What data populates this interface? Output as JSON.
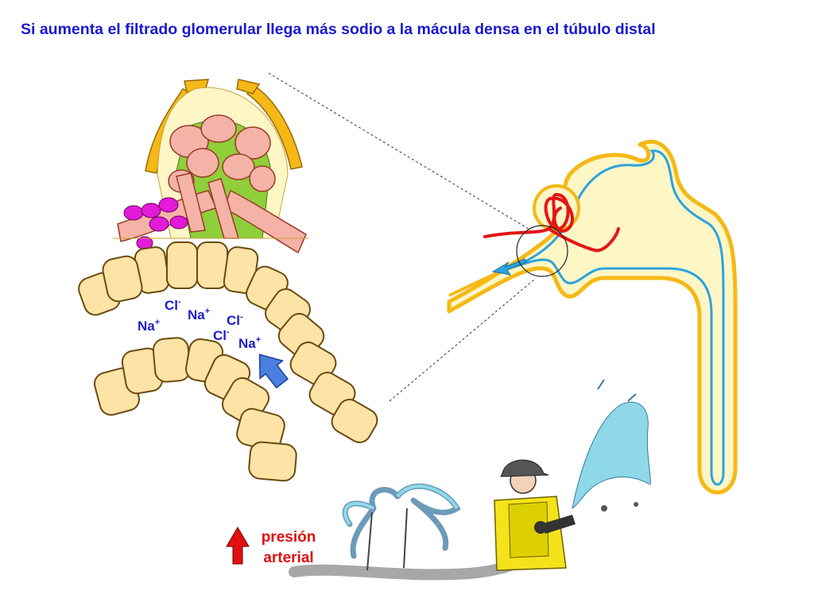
{
  "title": "Si aumenta el filtrado glomerular llega más sodio a la mácula densa en el túbulo distal",
  "ions": [
    {
      "element": "Cl",
      "charge": "-"
    },
    {
      "element": "Na",
      "charge": "+"
    },
    {
      "element": "Na",
      "charge": "+"
    },
    {
      "element": "Cl",
      "charge": "-"
    },
    {
      "element": "Cl",
      "charge": "-"
    },
    {
      "element": "Na",
      "charge": "+"
    }
  ],
  "pressure_label": {
    "line1": "presión",
    "line2": "arterial"
  },
  "colors": {
    "title": "#1a1ad0",
    "ion_text": "#1c1cc8",
    "cell_fill": "#fde3a6",
    "cell_stroke": "#6b4a10",
    "capsule_gold": "#f5b816",
    "capillary_pink": "#f4b3a6",
    "mesangium_green": "#8fcf3a",
    "granular_magenta": "#e31ad8",
    "tubule_blue": "#2ba3dc",
    "glomerulus_red": "#e51515",
    "flow_arrow": "#4a7fe0",
    "pressure_red": "#e01010",
    "water": "#8fd8ea"
  },
  "icons": [
    "flow-arrow-icon",
    "pressure-up-arrow-icon"
  ]
}
